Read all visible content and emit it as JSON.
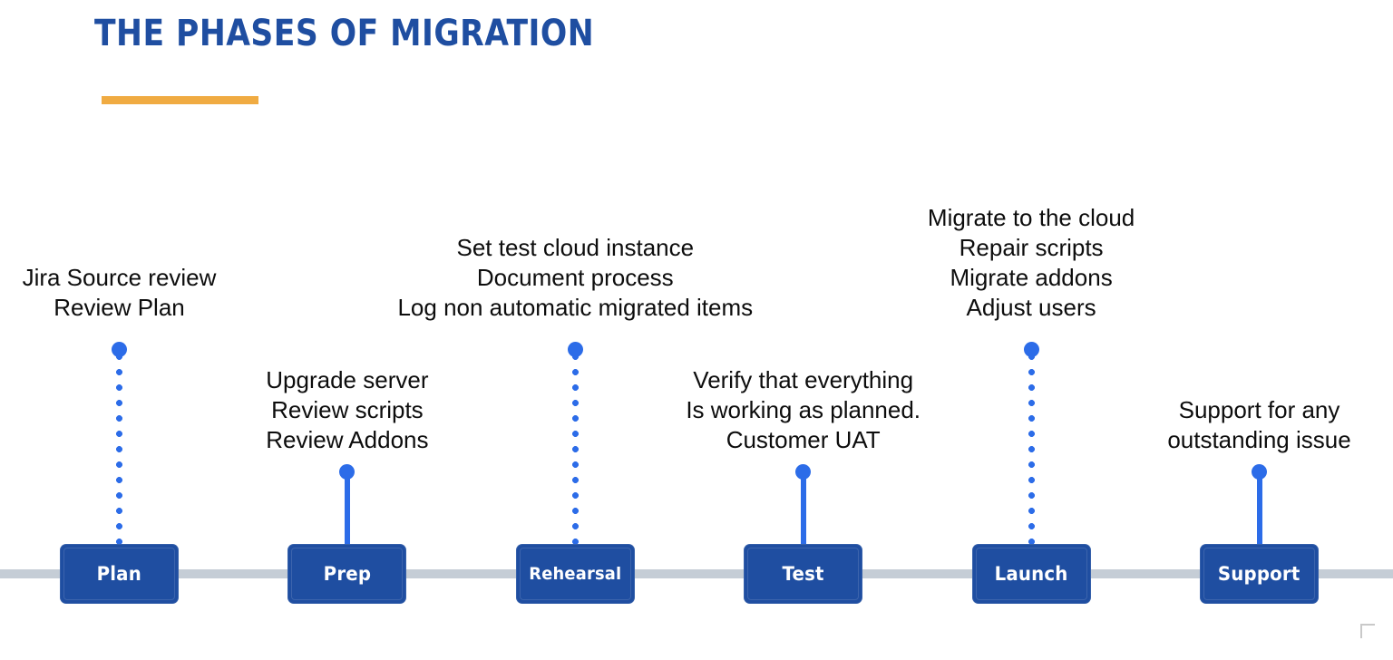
{
  "slide": {
    "title": "The Phases of Migration",
    "accent_blue": "#1f4ea1",
    "accent_orange": "#f0ab42",
    "marker_blue": "#2c6ce8",
    "baseline_grey": "#c5cdd6",
    "background": "#ffffff"
  },
  "phases": [
    {
      "label": "Plan",
      "description": "Jira Source review\nReview Plan",
      "connector": "dotted",
      "height": "tall"
    },
    {
      "label": "Prep",
      "description": "Upgrade server\nReview scripts\nReview Addons",
      "connector": "solid",
      "height": "short"
    },
    {
      "label": "Rehearsal",
      "description": "Set test cloud instance\nDocument process\nLog non automatic migrated items",
      "connector": "dotted",
      "height": "tall"
    },
    {
      "label": "Test",
      "description": "Verify that everything\nIs working as planned.\nCustomer UAT",
      "connector": "solid",
      "height": "short"
    },
    {
      "label": "Launch",
      "description": "Migrate to the cloud\nRepair scripts\nMigrate addons\nAdjust users",
      "connector": "dotted",
      "height": "tall"
    },
    {
      "label": "Support",
      "description": "Support for any\noutstanding issue",
      "connector": "solid",
      "height": "short"
    }
  ]
}
